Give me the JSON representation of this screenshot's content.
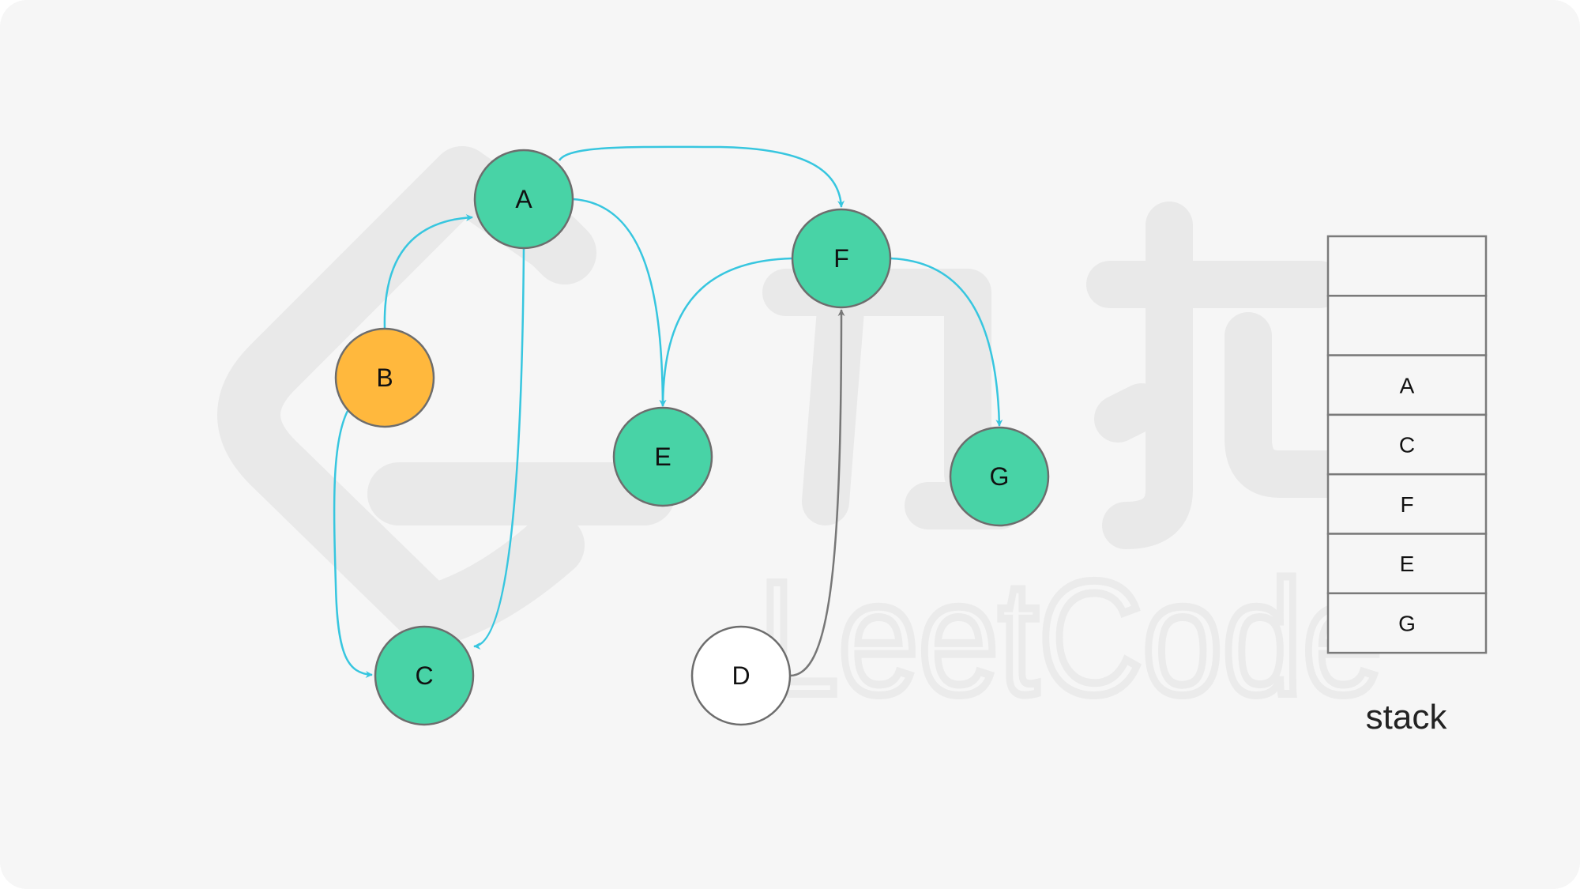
{
  "colors": {
    "background": "#f6f6f6",
    "visited_node": "#48d3a6",
    "current_node": "#ffb83d",
    "unvisited_node": "#ffffff",
    "node_stroke": "#6d6d6d",
    "edge_visited": "#37c6df",
    "edge_unvisited": "#777777"
  },
  "watermark": {
    "text": "LeetCode"
  },
  "nodes": [
    {
      "id": "A",
      "label": "A",
      "state": "visited"
    },
    {
      "id": "B",
      "label": "B",
      "state": "current"
    },
    {
      "id": "C",
      "label": "C",
      "state": "visited"
    },
    {
      "id": "D",
      "label": "D",
      "state": "unvisited"
    },
    {
      "id": "E",
      "label": "E",
      "state": "visited"
    },
    {
      "id": "F",
      "label": "F",
      "state": "visited"
    },
    {
      "id": "G",
      "label": "G",
      "state": "visited"
    }
  ],
  "edges": [
    {
      "from": "B",
      "to": "A",
      "state": "visited"
    },
    {
      "from": "B",
      "to": "C",
      "state": "visited"
    },
    {
      "from": "A",
      "to": "C",
      "state": "visited"
    },
    {
      "from": "A",
      "to": "E",
      "state": "visited"
    },
    {
      "from": "A",
      "to": "F",
      "state": "visited"
    },
    {
      "from": "F",
      "to": "E",
      "state": "visited"
    },
    {
      "from": "F",
      "to": "G",
      "state": "visited"
    },
    {
      "from": "D",
      "to": "F",
      "state": "unvisited"
    }
  ],
  "stack": {
    "title": "stack",
    "slots": [
      "",
      "",
      "A",
      "C",
      "F",
      "E",
      "G"
    ]
  }
}
